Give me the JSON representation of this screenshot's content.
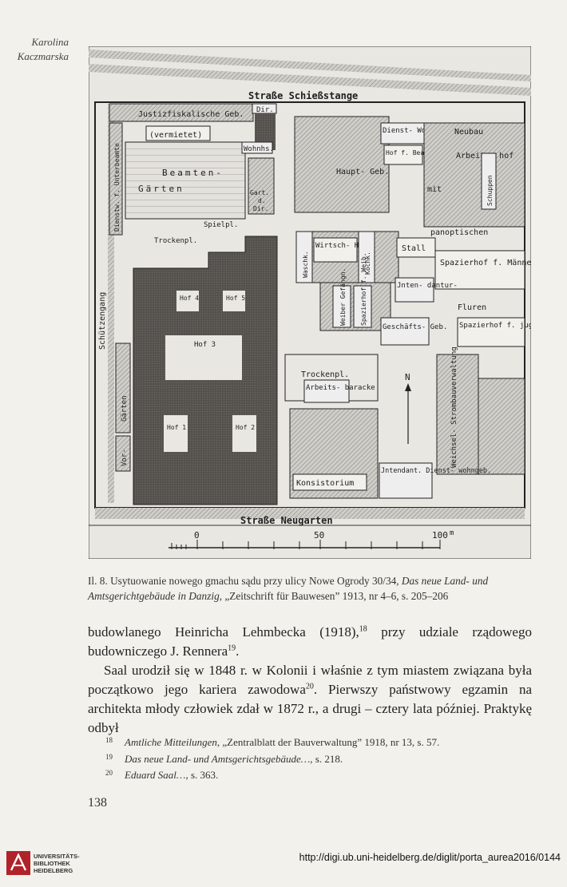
{
  "header": {
    "author_first": "Karolina",
    "author_last": "Kaczmarska"
  },
  "figure": {
    "streets": {
      "top": "Straße Schießstange",
      "bottom": "Straße Neugarten",
      "left": "Schützengang"
    },
    "labels": {
      "dir": "Dir.",
      "justiz": "Justizfiskalische Geb.",
      "vermietet": "(vermietet)",
      "dienstw": "Dienstw. f. Unterbeamte",
      "wohnhs": "Wohnhs.",
      "beamten": "Beamten-",
      "garten_top": "Gärten",
      "gart": "Gart.",
      "d": "d.",
      "dir2": "Dir.",
      "spielpl": "Spielpl.",
      "trockenpl": "Trockenpl.",
      "hof4": "Hof 4",
      "hof5": "Hof 5",
      "hof3": "Hof 3",
      "hof1": "Hof 1",
      "hof2": "Hof 2",
      "gaerten_left": "Gärten",
      "vor": "Vor-",
      "dienst_wohngeb": "Dienst- Wohngeb.",
      "hof_f_beamte": "Hof f. Beamte",
      "neubau": "Neubau",
      "arbeitshof": "Arbeits- hof",
      "schuppen": "Schuppen",
      "haupt_geb": "Haupt- Geb.",
      "mit": "mit",
      "panoptischen": "panoptischen",
      "waschk": "Waschk.",
      "wirtsch_hof": "Wirtsch- Hof",
      "kochk": "Kochk.",
      "stall": "Stall",
      "spazierhof_maenner": "Spazierhof f. Männer",
      "intendantur": "Jnten- dantur-",
      "weiber_gefaengn": "Weiber Gefängn.",
      "spazierhof_f_weib": "Spazierhof f. Weib.",
      "fluren": "Fluren",
      "geschaefts_geb": "Geschäfts- Geb.",
      "spazierhof_jugendl": "Spazierhof f. jugendl. Gefangene",
      "trockenpl2": "Trockenpl.",
      "arbeitsbaracke": "Arbeits- baracke",
      "north": "N",
      "weichsel": "Weichsel- Strombauverwaltung",
      "konsistorium": "Konsistorium",
      "intendant_dienst": "Jntendant. Dienst- wohngeb."
    },
    "scale": {
      "s0": "0",
      "s50": "50",
      "s100": "100",
      "unit": "m"
    }
  },
  "caption": {
    "lead": "Il. 8. Usytuowanie nowego gmachu sądu przy ulicy Nowe Ogrody 30/34, ",
    "title": "Das neue Land- und Amtsgerichtgebäude in Danzig",
    "tail": ", „Zeitschrift für Bauwesen” 1913, nr 4–6, s. 205–206"
  },
  "body": {
    "p1a": "budowlanego Heinricha Lehmbecka (1918),",
    "fn18": "18",
    "p1b": " przy udziale rządowego budowniczego J. Rennera",
    "fn19": "19",
    "p1c": ".",
    "p2a": "Saal urodził się w 1848 r. w Kolonii i właśnie z tym miastem związana była początkowo jego kariera zawodowa",
    "fn20": "20",
    "p2b": ". Pierwszy państwowy egzamin na architekta młody człowiek zdał w 1872 r., a drugi – cztery lata później. Praktykę odbył"
  },
  "footnotes": [
    {
      "num": "18",
      "italic": "Amtliche Mitteilungen",
      "rest": ", „Zentralblatt der Bauverwaltung” 1918, nr 13, s. 57."
    },
    {
      "num": "19",
      "italic": "Das neue Land- und Amtsgerichtsgebäude…",
      "rest": ", s. 218."
    },
    {
      "num": "20",
      "italic": "Eduard Saal…",
      "rest": ", s. 363."
    }
  ],
  "page_number": "138",
  "library": {
    "line1": "UNIVERSITÄTS-",
    "line2": "BIBLIOTHEK",
    "line3": "HEIDELBERG"
  },
  "url": "http://digi.ub.uni-heidelberg.de/diglit/porta_aurea2016/0144"
}
